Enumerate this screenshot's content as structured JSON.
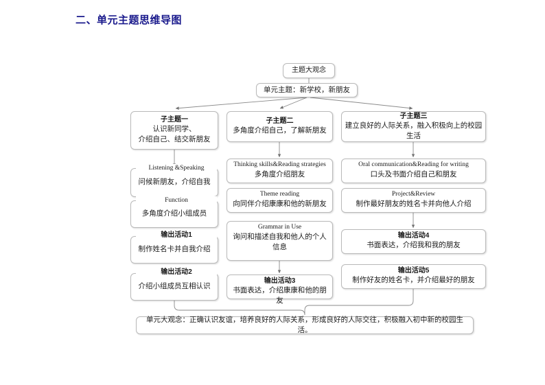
{
  "page": {
    "title": "二、单元主题思维导图",
    "title_color": "#19198c"
  },
  "diagram": {
    "type": "mind-map",
    "nodes": {
      "big_idea": {
        "text": "主题大观念"
      },
      "unit_theme": {
        "text": "单元主题：新学校，新朋友"
      },
      "subtheme1": {
        "header": "子主题一",
        "line1": "认识新同学、",
        "line2": "介绍自己、结交新朋友"
      },
      "subtheme2": {
        "header": "子主题二",
        "line1": "多角度介绍自己，了解新朋友"
      },
      "subtheme3": {
        "header": "子主题三",
        "line1": "建立良好的人际关系，融入积极向上的校园生活"
      },
      "col1": [
        {
          "header": "Listening &Speaking",
          "header_lang": "en",
          "body": "问候新朋友，介绍自我"
        },
        {
          "header": "Function",
          "header_lang": "en",
          "body": "多角度介绍小组成员"
        },
        {
          "header": "输出活动1",
          "header_lang": "cn",
          "body": "制作姓名卡并自我介绍"
        },
        {
          "header": "输出活动2",
          "header_lang": "cn",
          "body": "介绍小组成员互相认识"
        }
      ],
      "col2": [
        {
          "header": "Thinking skills&Reading strategies",
          "header_lang": "en",
          "body": "多角度介绍朋友"
        },
        {
          "header": "Theme reading",
          "header_lang": "en",
          "body": "向同伴介绍康康和他的新朋友"
        },
        {
          "header": "Grammar in Use",
          "header_lang": "en",
          "body": "询问和描述自我和他人的个人",
          "body2": "信息"
        },
        {
          "header": "输出活动3",
          "header_lang": "cn",
          "body": "书面表达，介绍康康和他的朋友"
        }
      ],
      "col3": [
        {
          "header": "Oral communication&Reading for writing",
          "header_lang": "en",
          "body": "口头及书面介绍自己和朋友"
        },
        {
          "header": "Project&Review",
          "header_lang": "en",
          "body": "制作最好朋友的姓名卡并向他人介绍"
        },
        {
          "header": "输出活动4",
          "header_lang": "cn",
          "body": "书面表达，介绍我和我的朋友"
        },
        {
          "header": "输出活动5",
          "header_lang": "cn",
          "body": "制作好友的姓名卡，并介绍最好的朋友"
        }
      ],
      "summary": {
        "text": "单元大观念：正确认识友谊，培养良好的人际关系，形成良好的人际交往，积极融入初中新的校园生活。"
      }
    },
    "style": {
      "node_border": "#b9b9b9",
      "node_fill": "#ffffff",
      "connector": "#808080",
      "text": "#1a1a1a"
    }
  }
}
